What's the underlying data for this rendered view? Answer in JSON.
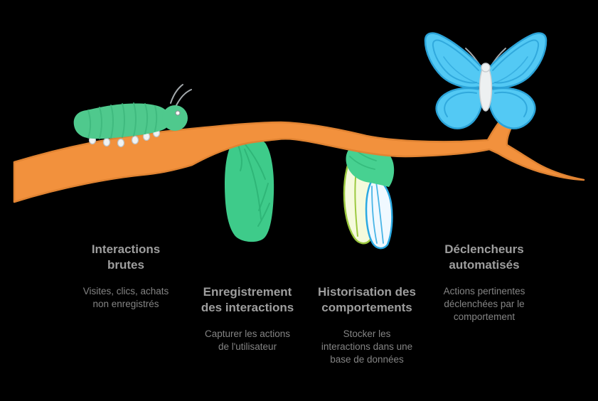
{
  "background": "#000000",
  "stages": [
    {
      "icon": "caterpillar",
      "title": "Interactions\nbrutes",
      "description": "Visites, clics, achats\nnon enregistrés"
    },
    {
      "icon": "chrysalis",
      "title": "Enregistrement\ndes interactions",
      "description": "Capturer les actions\nde l'utilisateur"
    },
    {
      "icon": "emerging-chrysalis",
      "title": "Historisation des\ncomportements",
      "description": "Stocker les\ninteractions dans une\nbase de données"
    },
    {
      "icon": "butterfly",
      "title": "Déclencheurs\nautomatisés",
      "description": "Actions pertinentes\ndéclenchées par le\ncomportement"
    }
  ],
  "colors": {
    "background": "#000000",
    "branch": "#F2913D",
    "branch_outline": "#E08332",
    "caterpillar": "#4FC98D",
    "caterpillar_segment": "#3CB77C",
    "chrysalis": "#3ECB8A",
    "chrysalis_vein": "#2EB475",
    "emerging_cap": "#47D191",
    "emerging_shell": "#F5FADC",
    "emerging_shell_outline": "#9CC93F",
    "emerging_wing": "#F0F9FF",
    "emerging_wing_outline": "#2BA9E2",
    "butterfly_wing": "#53C9F4",
    "butterfly_wing_outline": "#2BA3D8",
    "insect_body": "#EDF0F1",
    "insect_body_outline": "#C9CED1",
    "antenna": "#A3A9AC",
    "foot": "#F1F3F3",
    "title_text": "#9E9E9E",
    "description_text": "#848484"
  }
}
